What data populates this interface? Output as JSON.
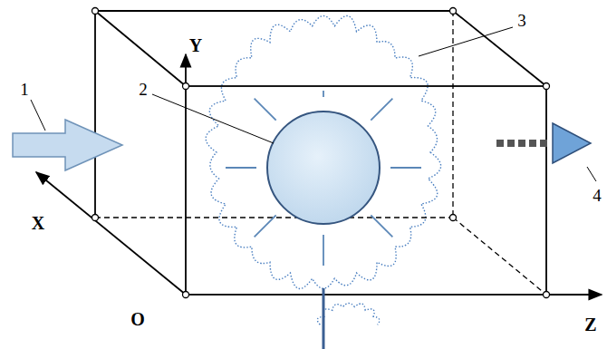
{
  "diagram": {
    "labels": [
      "3",
      "1",
      "2",
      "Y",
      "X",
      "O",
      "Z",
      "4"
    ]
  }
}
